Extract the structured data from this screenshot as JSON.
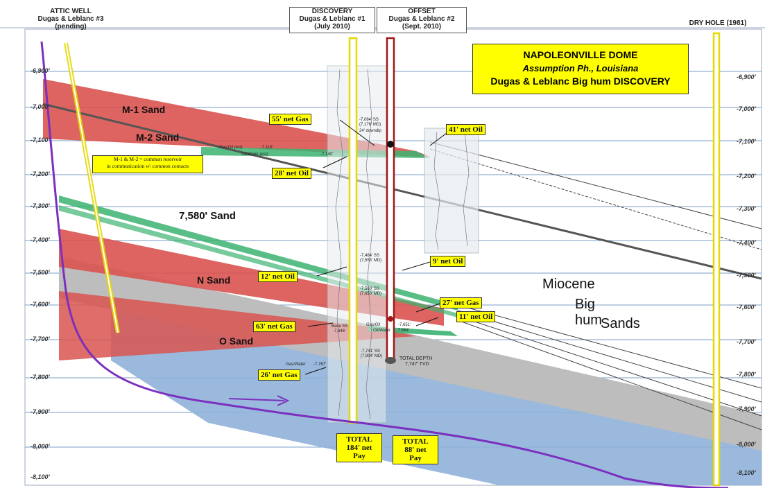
{
  "headers": {
    "attic_well": {
      "title": "ATTIC WELL",
      "line2": "Dugas & Leblanc #3",
      "line3": "(pending)"
    },
    "discovery": {
      "title": "DISCOVERY",
      "line2": "Dugas & Leblanc #1",
      "line3": "(July 2010)"
    },
    "offset": {
      "title": "OFFSET",
      "line2": "Dugas & Leblanc #2",
      "line3": "(Sept. 2010)"
    },
    "dry_hole": {
      "title": "DRY HOLE (1981)"
    }
  },
  "title_box": {
    "line1": "NAPOLEONVILLE DOME",
    "line2": "Assumption Ph., Louisiana",
    "line3": "Dugas & Leblanc Big hum DISCOVERY"
  },
  "depth_labels_left": [
    "-6,900'",
    "-7,000'",
    "-7,100'",
    "-7,200'",
    "-7,300'",
    "-7,400'",
    "-7,500'",
    "-7,600'",
    "-7,700'",
    "-7,800'",
    "-7,900'",
    "-8,000'",
    "-8,100'"
  ],
  "depth_labels_right": [
    "-6,900'",
    "-7,000'",
    "-7,100'",
    "-7,200'",
    "-7,300'",
    "-7,400'",
    "-7,500'",
    "-7,600'",
    "-7,700'",
    "-7,800'",
    "-7,900'",
    "-8,000'",
    "-8,100'"
  ],
  "sand_labels": {
    "m1": "M-1 Sand",
    "m2": "M-2 Sand",
    "s7580": "7,580' Sand",
    "n": "N Sand",
    "o": "O Sand"
  },
  "miocene": {
    "line1": "Miocene",
    "line2": "Big hum",
    "line3": "Sands"
  },
  "callouts": {
    "gas55": "55' net Gas",
    "oil28": "28' net Oil",
    "oil41": "41' net Oil",
    "oil12": "12' net Oil",
    "oil9": "9' net Oil",
    "gas27": "27' net Gas",
    "oil11": "11' net Oil",
    "gas63": "63' net Gas",
    "gas26": "26' net Gas"
  },
  "note": {
    "line1": "M-1 & M-2 = common reservoir",
    "line2": "in communication w\\ common contacts"
  },
  "totals": {
    "discovery": {
      "line1": "TOTAL",
      "line2": "184' net",
      "line3": "Pay"
    },
    "offset": {
      "line1": "TOTAL",
      "line2": "88' net",
      "line3": "Pay"
    }
  },
  "annotations": {
    "gas_oil_top": "Gas/Oil (est)",
    "oil_water_top": "Oil/Water (est)",
    "ss_7118": "-7,118'",
    "ss_7140": "-7,140'",
    "ss_7084": "-7,084' SS",
    "md_7176": "(7,176' MD)",
    "downdip": "24' downdip",
    "ss_7464": "-7,464' SS",
    "md_7553": "(7,553' MD)",
    "ss_7560": "-7,560' SS",
    "md_7650": "(7,650' MD)",
    "gas_oil_low": "Gas/Oil",
    "oil_water_low": "Oil/Water",
    "ss_7664": "-7,664'",
    "ss_7651": "-7,651'",
    "base_ss": "Base SS",
    "ss_7646": "-7,646'",
    "gas_water": "Gas/Water",
    "ss_7767": "-7,767'",
    "ss_7741": "-7,741' SS",
    "md_7904": "(7,904' MD)",
    "total_depth": "TOTAL DEPTH",
    "tvd": "7,747' TVD"
  },
  "colors": {
    "red_sand": "#d9534f",
    "gray_sand": "#bdbdbd",
    "blue_sand": "#8fb1d9",
    "green_contact": "#3cb371",
    "yellow_box": "#ffff00",
    "well_purple": "#7b2fbe",
    "gridline": "#7a9cc6"
  }
}
